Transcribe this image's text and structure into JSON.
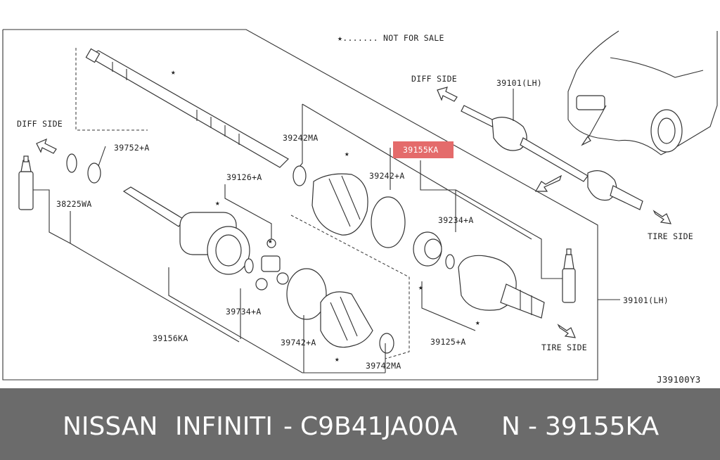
{
  "legend": {
    "text": "★....... NOT FOR SALE"
  },
  "labels": {
    "diff_side_left": "DIFF SIDE",
    "diff_side_right": "DIFF SIDE",
    "tire_side_top": "TIRE SIDE",
    "tire_side_bottom": "TIRE SIDE",
    "p39752": "39752+A",
    "p38225": "38225WA",
    "p39242ma": "39242MA",
    "p39126": "39126+A",
    "p39155ka": "39155KA",
    "p39242a": "39242+A",
    "p39101lh_top": "39101(LH)",
    "p39234": "39234+A",
    "p39101lh_right": "39101(LH)",
    "p39734": "39734+A",
    "p39156": "39156KA",
    "p39742a": "39742+A",
    "p39742ma": "39742MA",
    "p39125": "39125+A",
    "code": "J39100Y3"
  },
  "highlight": {
    "part": "39155KA",
    "color": "#e46b6b"
  },
  "footer": {
    "brand": "NISSAN",
    "brand2": "INFINITI",
    "sep": "-",
    "catalog": "C9B41JA00A",
    "prefix": "N",
    "sep2": "-",
    "part_number": "39155KA"
  }
}
